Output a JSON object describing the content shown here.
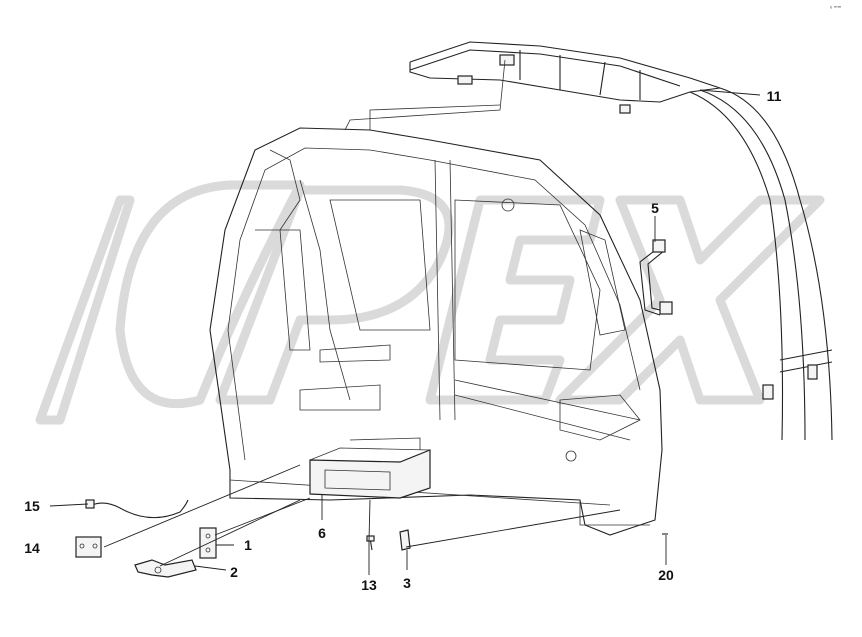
{
  "corner_mark": "ₑ ₘₘ",
  "callouts": [
    {
      "id": "1",
      "label": "1"
    },
    {
      "id": "2",
      "label": "2"
    },
    {
      "id": "3",
      "label": "3"
    },
    {
      "id": "5",
      "label": "5"
    },
    {
      "id": "6",
      "label": "6"
    },
    {
      "id": "11",
      "label": "11"
    },
    {
      "id": "13",
      "label": "13"
    },
    {
      "id": "14",
      "label": "14"
    },
    {
      "id": "15",
      "label": "15"
    },
    {
      "id": "20",
      "label": "20"
    }
  ],
  "watermark": "OPEX"
}
